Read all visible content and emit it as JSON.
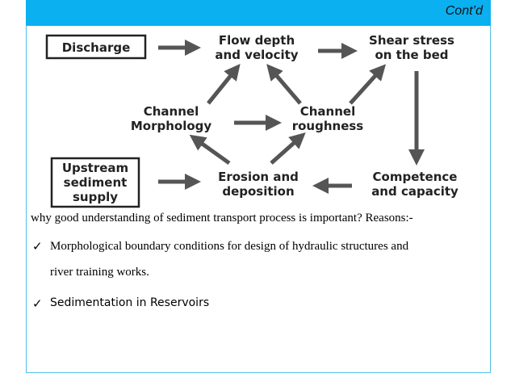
{
  "header": {
    "title": "Cont’d"
  },
  "diagram": {
    "nodes": {
      "discharge": "Discharge",
      "flow_depth_1": "Flow depth",
      "flow_depth_2": "and velocity",
      "shear_1": "Shear stress",
      "shear_2": "on the bed",
      "morph_1": "Channel",
      "morph_2": "Morphology",
      "rough_1": "Channel",
      "rough_2": "roughness",
      "upstream_1": "Upstream",
      "upstream_2": "sediment",
      "upstream_3": "supply",
      "erosion_1": "Erosion and",
      "erosion_2": "deposition",
      "comp_1": "Competence",
      "comp_2": "and capacity"
    },
    "colors": {
      "arrow": "#555555",
      "text": "#222222"
    }
  },
  "content": {
    "question": "why good understanding of sediment transport process is important? Reasons:-",
    "bullets": [
      {
        "line1": "Morphological boundary conditions for design of hydraulic structures and",
        "line2": "river training works."
      },
      {
        "line1": "Sedimentation in Reservoirs"
      }
    ]
  },
  "colors": {
    "header_bg": "#0ab0f0",
    "frame_border": "#4fc0ea"
  }
}
